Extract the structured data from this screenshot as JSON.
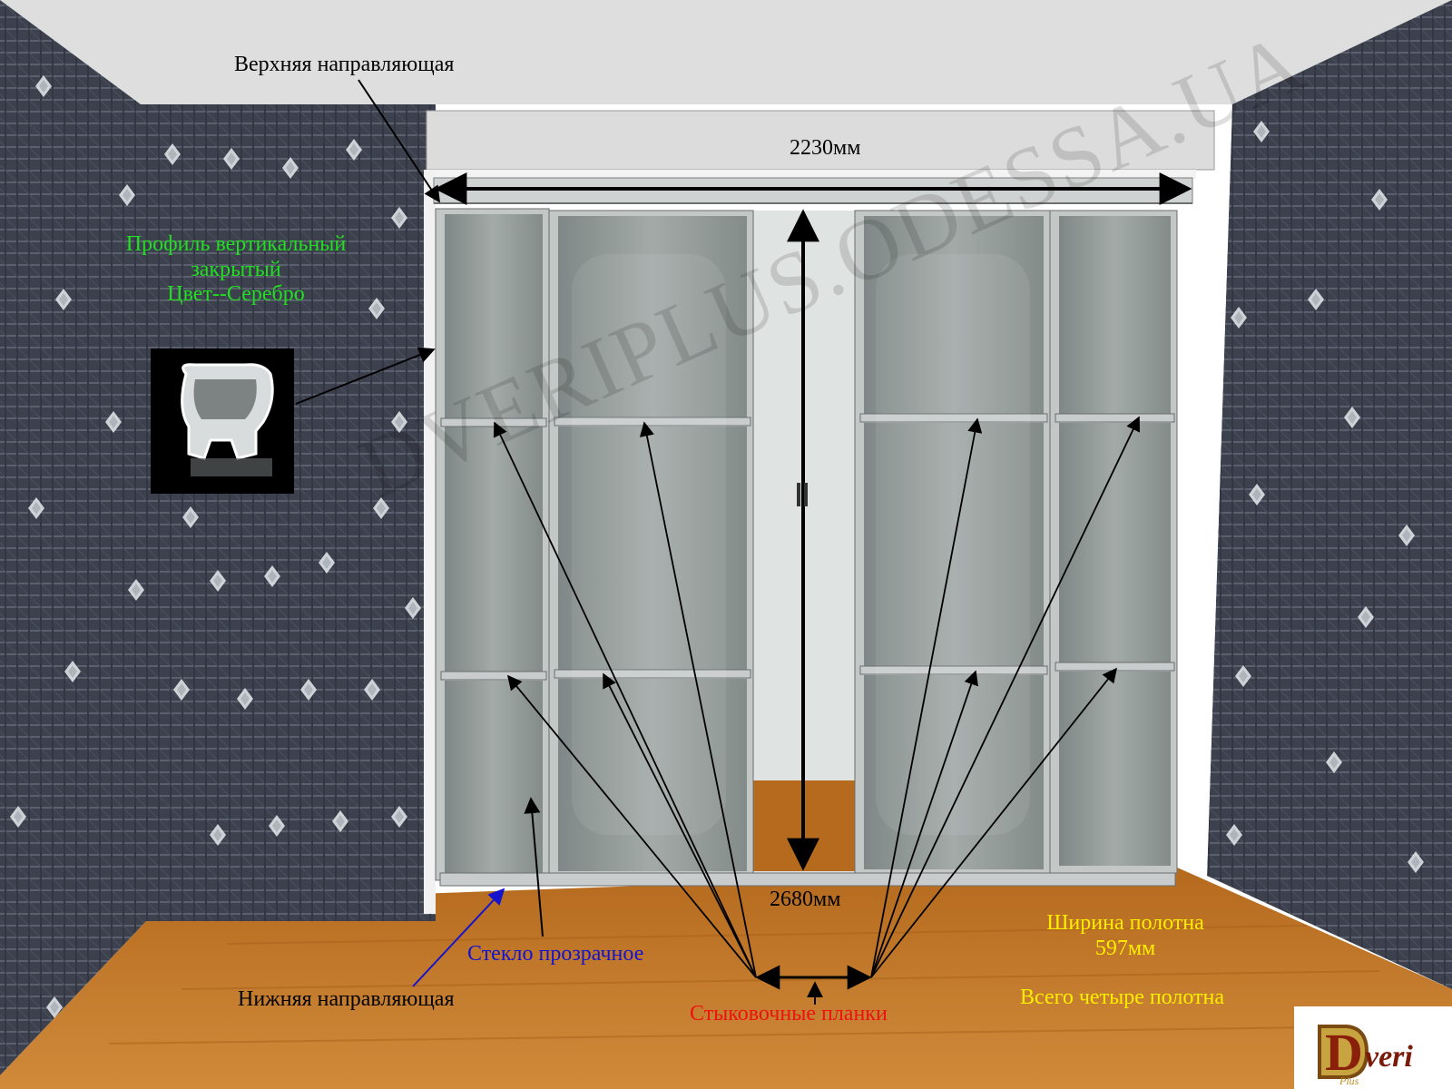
{
  "labels": {
    "top_rail": "Верхняя направляющая",
    "width_dim": "2230мм",
    "height_dim": "2680мм",
    "profile_line1": "Профиль вертикальный",
    "profile_line2": "закрытый",
    "profile_line3": "Цвет--Серебро",
    "glass": "Стекло прозрачное",
    "bottom_rail": "Нижняя направляющая",
    "joining_strips": "Стыковочные планки",
    "panel_width_line1": "Ширина полотна",
    "panel_width_line2": "597мм",
    "panel_count": "Всего четыре полотна"
  },
  "watermark": "DVERIPLUS.ODESSA.UA",
  "logo": {
    "text": "veri",
    "initial": "D",
    "sub": "Plus"
  },
  "colors": {
    "label_black": "#000000",
    "label_green": "#22dd22",
    "label_blue": "#1414cc",
    "label_red": "#ee1111",
    "label_yellow": "#ffee00",
    "wall": "#3b3f4d",
    "floor": "#c47a28",
    "glass": "#8e9694",
    "frame": "#c9cccc"
  }
}
